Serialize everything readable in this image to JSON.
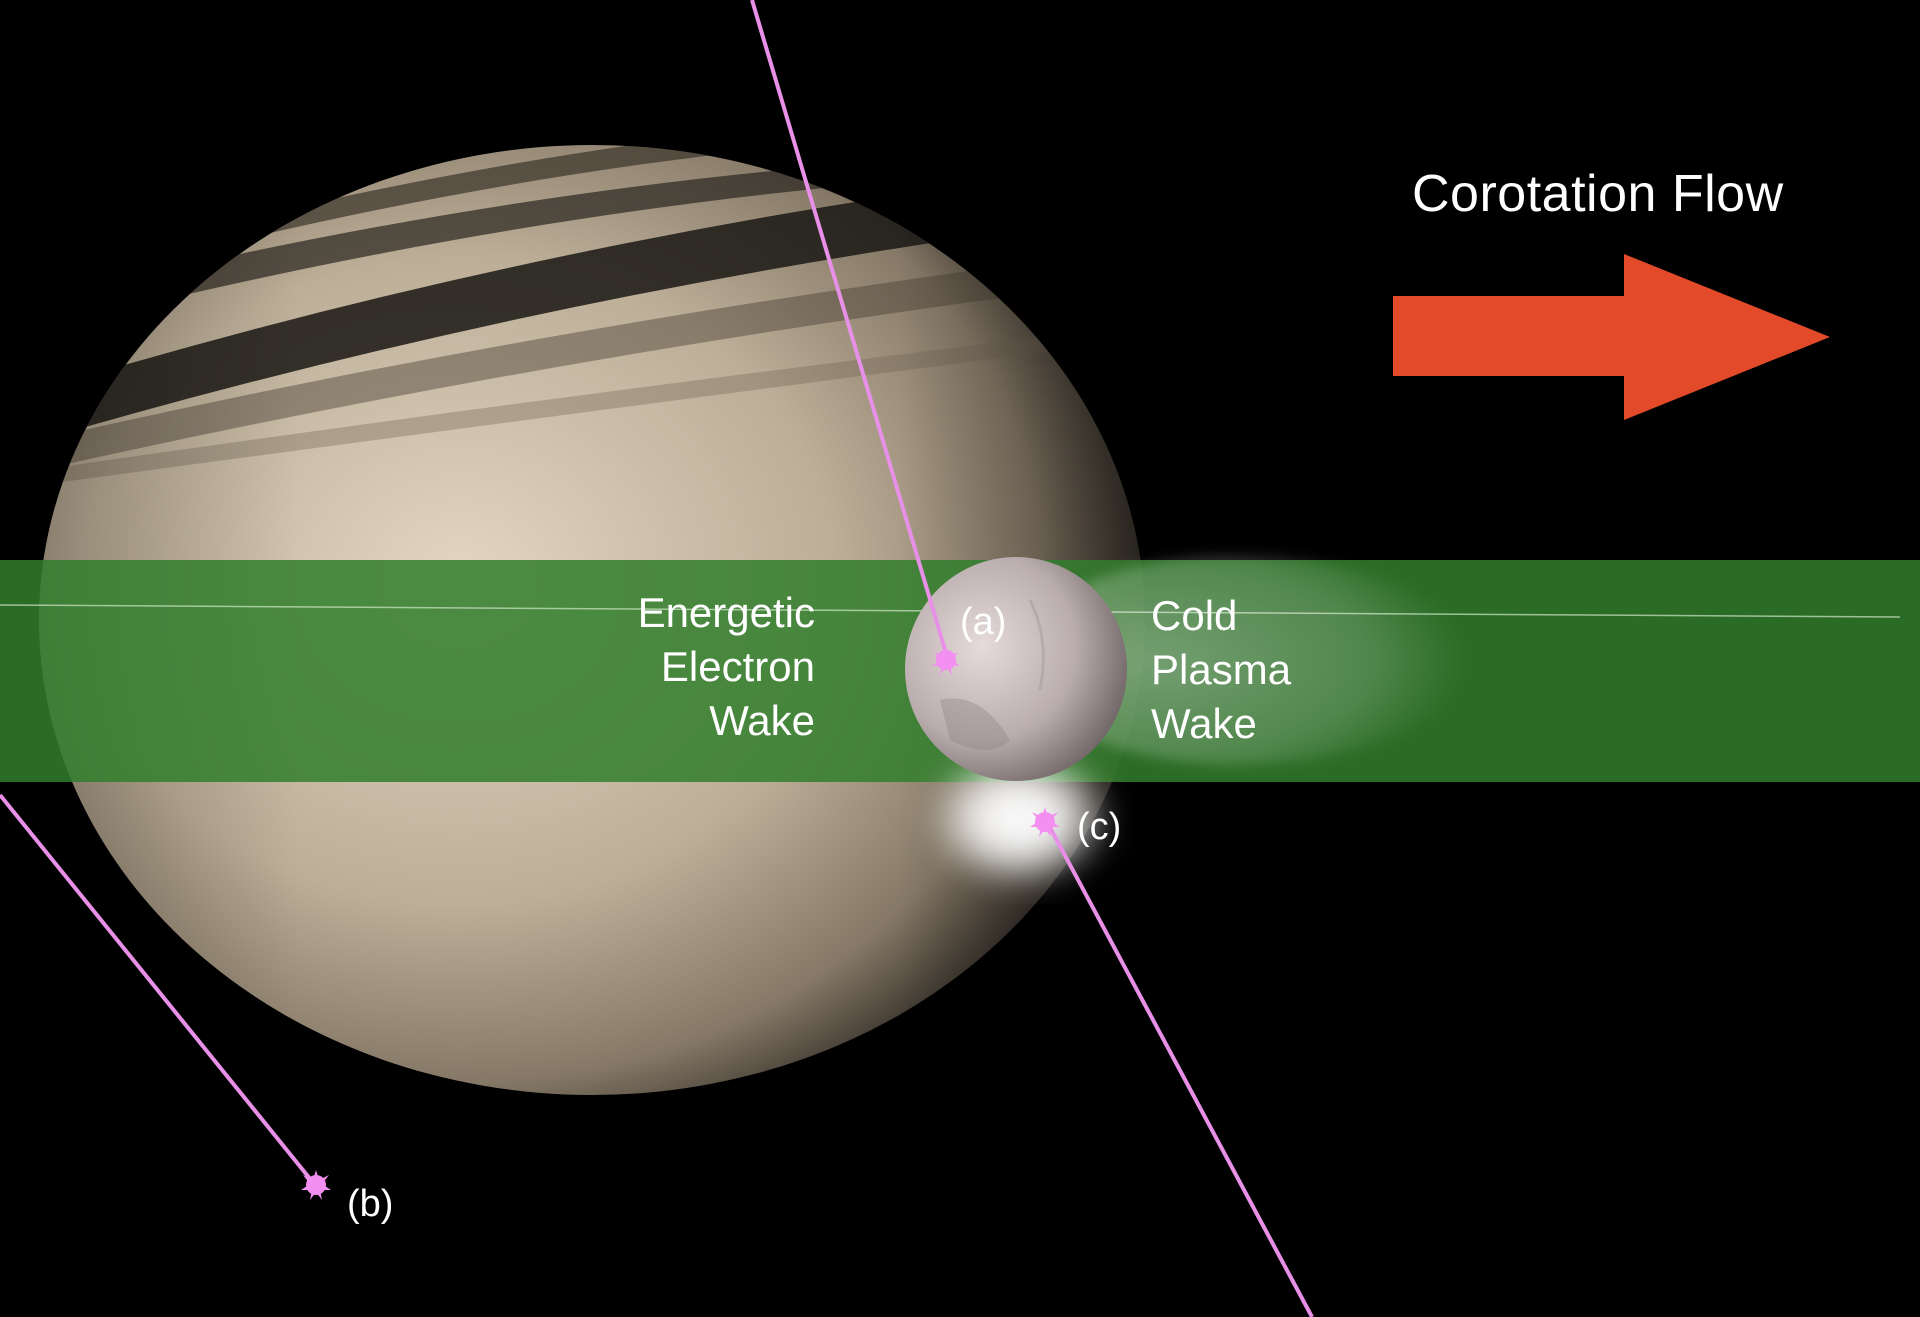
{
  "title": "Corotation Flow",
  "flow_arrow": {
    "direction": "right",
    "color": "#e24a2a"
  },
  "wake_labels": {
    "left": [
      "Energetic",
      "Electron",
      "Wake"
    ],
    "right": [
      "Cold",
      "Plasma",
      "Wake"
    ]
  },
  "markers": {
    "a": "(a)",
    "b": "(b)",
    "c": "(c)"
  },
  "colors": {
    "background": "#000000",
    "band": "#2f7a2a",
    "trajectory": "#e890e8",
    "planet": "#c9bba4",
    "moon": "#c8bcbc"
  }
}
